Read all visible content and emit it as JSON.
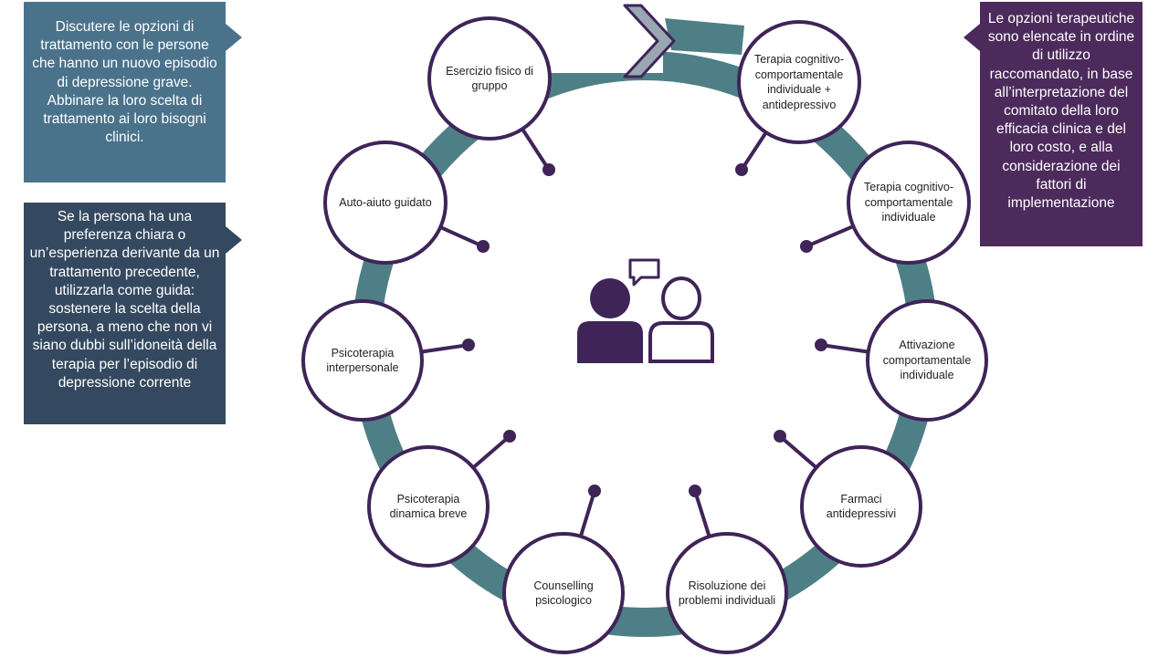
{
  "callouts": {
    "left_top": "Discutere le opzioni di trattamento con le persone che hanno un nuovo episodio di depressione grave. Abbinare la loro scelta di trattamento ai loro bisogni clinici.",
    "left_bottom": "Se la persona ha una preferenza chiara o un’esperienza derivante da un trattamento precedente, utilizzarla come guida: sostenere la scelta della persona, a meno che non vi siano dubbi sull’idoneità della terapia per l’episodio di depressione corrente",
    "right_top": "Le opzioni terapeutiche sono elencate in ordine di utilizzo raccomandato, in base all’interpretazione del comitato della loro efficacia clinica e del loro costo, e alla considerazione dei fattori di implementazione"
  },
  "treatments": [
    "Terapia cognitivo-comportamentale individuale + antidepressivo",
    "Terapia cognitivo-comportamentale individuale",
    "Attivazione comportamentale individuale",
    "Farmaci antidepressivi",
    "Risoluzione dei problemi individuali",
    "Counselling psicologico",
    "Psicoterapia dinamica breve",
    "Psicoterapia interpersonale",
    "Auto-aiuto guidato",
    "Esercizio fisico di gruppo"
  ],
  "colors": {
    "ring": "#4e7f86",
    "node_border": "#3f2458",
    "center_icon": "#3f2458",
    "chevron_fill": "#9aa7b3",
    "chevron_stroke": "#3f2458",
    "callout_blue": "#4b728b",
    "callout_navy": "#34495f",
    "callout_purple": "#4c2a5c"
  },
  "icons": {
    "center": "people-conversation-icon",
    "arrow": "chevron-right-icon"
  }
}
